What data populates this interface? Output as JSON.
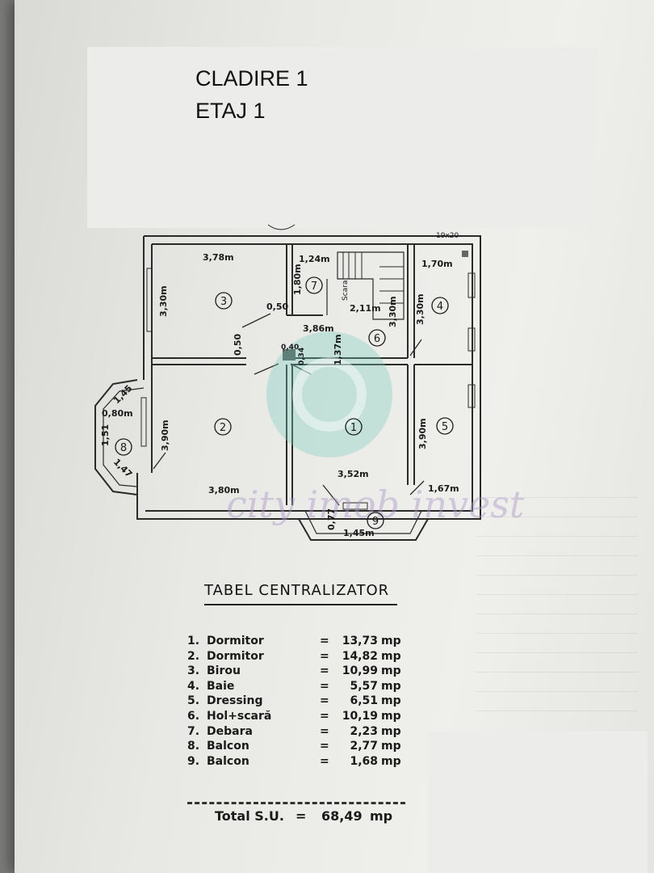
{
  "header": {
    "building": "CLADIRE 1",
    "floor": "ETAJ 1"
  },
  "plan": {
    "stamp_label": "19x20",
    "dimensions": {
      "r3_width": "3,78m",
      "r7_width": "1,24m",
      "r4_width": "1,70m",
      "r3_height": "3,30m",
      "r7_height": "1,80m",
      "stairs_label": "Scara",
      "stairs_width": "2,11m",
      "stairs_height": "3,30m",
      "r4_height": "3,30m",
      "door_050_a": "0,50",
      "hall_width": "3,86m",
      "door_050_b": "0,50",
      "col_040": "0,40",
      "col_034": "0,34",
      "hall_height": "1,37m",
      "r2_height": "3,90m",
      "r5_height": "3,90m",
      "r1_width": "3,52m",
      "r2_width": "3,80m",
      "r5_width": "1,67m",
      "b8_top": "1,45",
      "b8_inner": "0,80m",
      "b8_side": "1,51",
      "b8_bottom": "1,47",
      "b9_side": "0,77",
      "b9_width": "1,45m"
    },
    "room_numbers": [
      "1",
      "2",
      "3",
      "4",
      "5",
      "6",
      "7",
      "8",
      "9"
    ],
    "watermark": "city imob invest"
  },
  "summary": {
    "title": "TABEL CENTRALIZATOR",
    "rows": [
      {
        "nr": "1.",
        "name": "Dormitor",
        "eq": "=",
        "value": "13,73",
        "unit": "mp"
      },
      {
        "nr": "2.",
        "name": "Dormitor",
        "eq": "=",
        "value": "14,82",
        "unit": "mp"
      },
      {
        "nr": "3.",
        "name": "Birou",
        "eq": "=",
        "value": "10,99",
        "unit": "mp"
      },
      {
        "nr": "4.",
        "name": "Baie",
        "eq": "=",
        "value": "5,57",
        "unit": "mp"
      },
      {
        "nr": "5.",
        "name": "Dressing",
        "eq": "=",
        "value": "6,51",
        "unit": "mp"
      },
      {
        "nr": "6.",
        "name": "Hol+scară",
        "eq": "=",
        "value": "10,19",
        "unit": "mp"
      },
      {
        "nr": "7.",
        "name": "Debara",
        "eq": "=",
        "value": "2,23",
        "unit": "mp"
      },
      {
        "nr": "8.",
        "name": "Balcon",
        "eq": "=",
        "value": "2,77",
        "unit": "mp"
      },
      {
        "nr": "9.",
        "name": "Balcon",
        "eq": "=",
        "value": "1,68",
        "unit": "mp"
      }
    ],
    "total_label": "Total S.U.",
    "total_eq": "=",
    "total_value": "68,49",
    "total_unit": "mp"
  }
}
